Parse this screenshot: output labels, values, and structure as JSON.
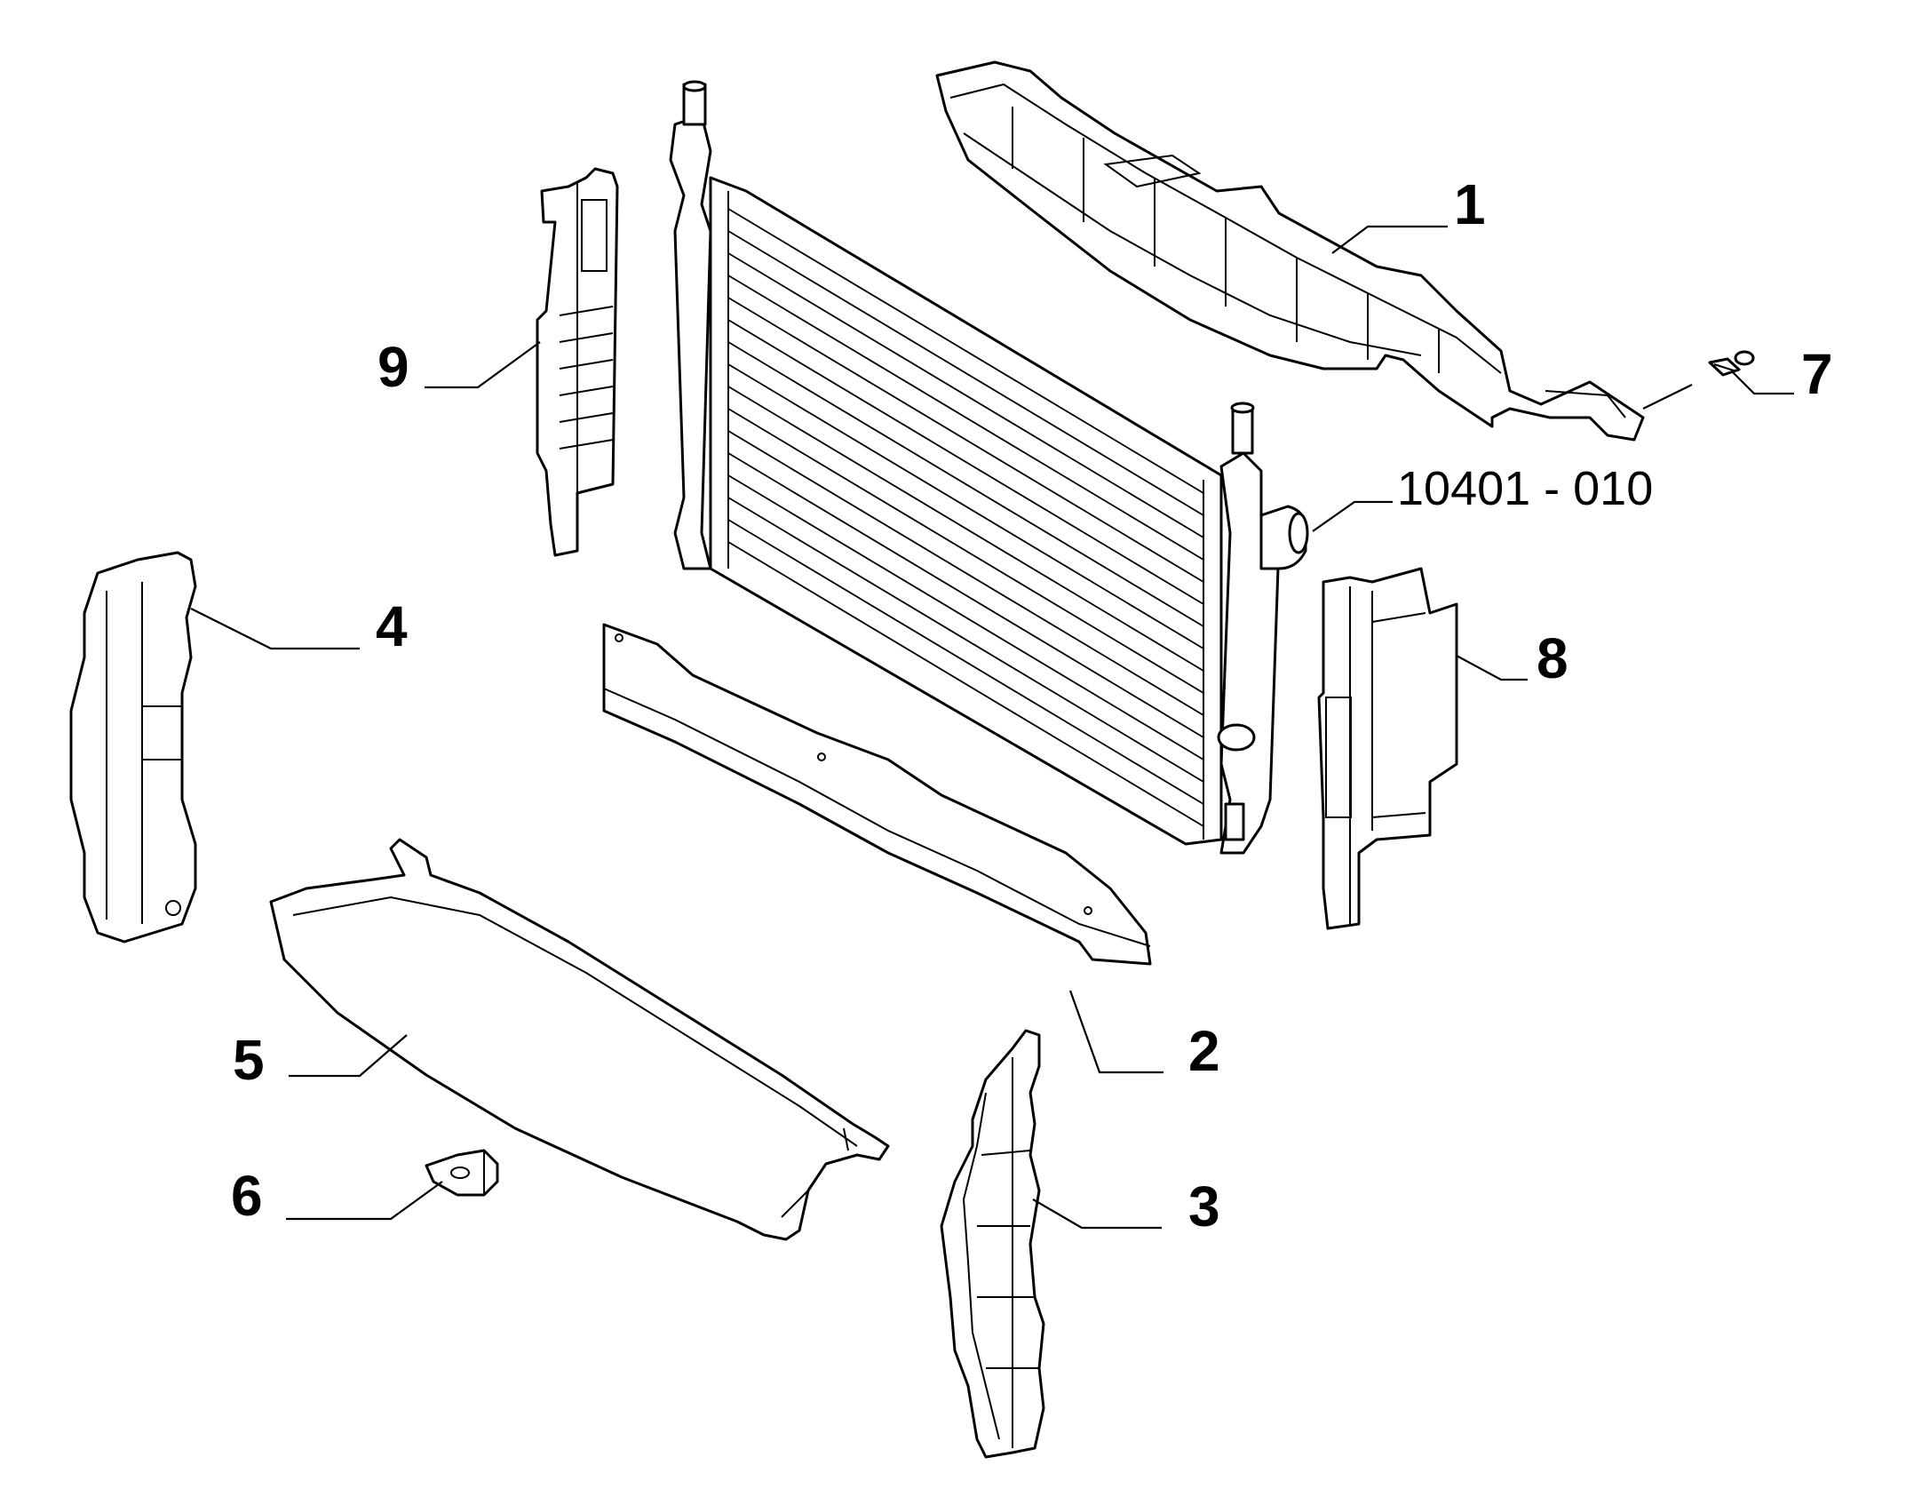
{
  "callouts": {
    "c1": "1",
    "c2": "2",
    "c3": "3",
    "c4": "4",
    "c5": "5",
    "c6": "6",
    "c7": "7",
    "c8": "8",
    "c9": "9"
  },
  "reference": {
    "group_code": "10401 - 010"
  }
}
